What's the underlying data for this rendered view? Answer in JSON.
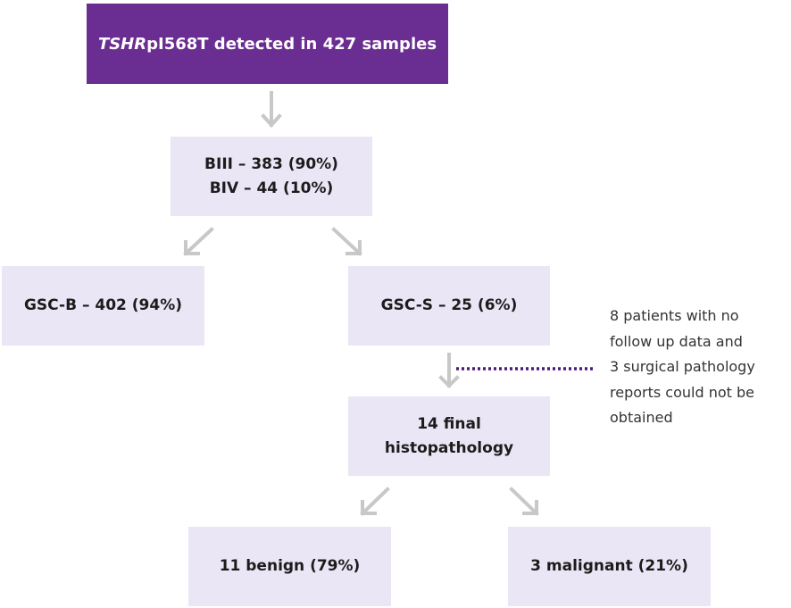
{
  "top": {
    "gene": "TSHR",
    "rest": "pI568T detected in 427 samples"
  },
  "bethesda": {
    "line1": "BIII – 383 (90%)",
    "line2": "BIV – 44 (10%)"
  },
  "gscb": "GSC-B – 402 (94%)",
  "gscs": "GSC-S – 25 (6%)",
  "histo": {
    "line1": "14 final",
    "line2": "histopathology"
  },
  "benign": "11 benign (79%)",
  "malignant": "3 malignant (21%)",
  "note": {
    "lines": [
      "8 patients with no",
      "follow up data and",
      "3 surgical pathology",
      "reports could not be",
      "obtained"
    ]
  },
  "colors": {
    "top_fill": "#6a2d91",
    "box_fill": "#ebe6f5",
    "arrow": "#c8c8c8",
    "dotted": "#4b1a73"
  }
}
